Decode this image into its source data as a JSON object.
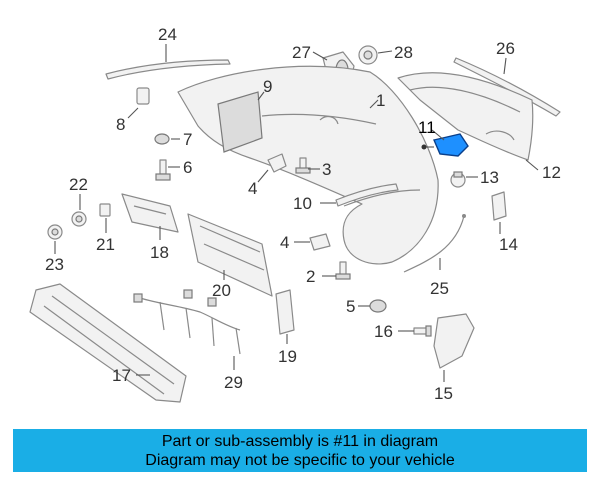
{
  "callouts": [
    "24",
    "27",
    "28",
    "26",
    "9",
    "1",
    "8",
    "7",
    "11",
    "6",
    "3",
    "12",
    "13",
    "22",
    "4",
    "10",
    "21",
    "18",
    "23",
    "14",
    "4",
    "2",
    "20",
    "25",
    "5",
    "16",
    "17",
    "19",
    "29",
    "15"
  ],
  "highlight": {
    "callout": "11",
    "color": "#1e90ff"
  },
  "banner": {
    "line1": "Part or sub-assembly is #11 in diagram",
    "line2": "Diagram may not be specific to your vehicle",
    "color": "#1aaee6"
  }
}
